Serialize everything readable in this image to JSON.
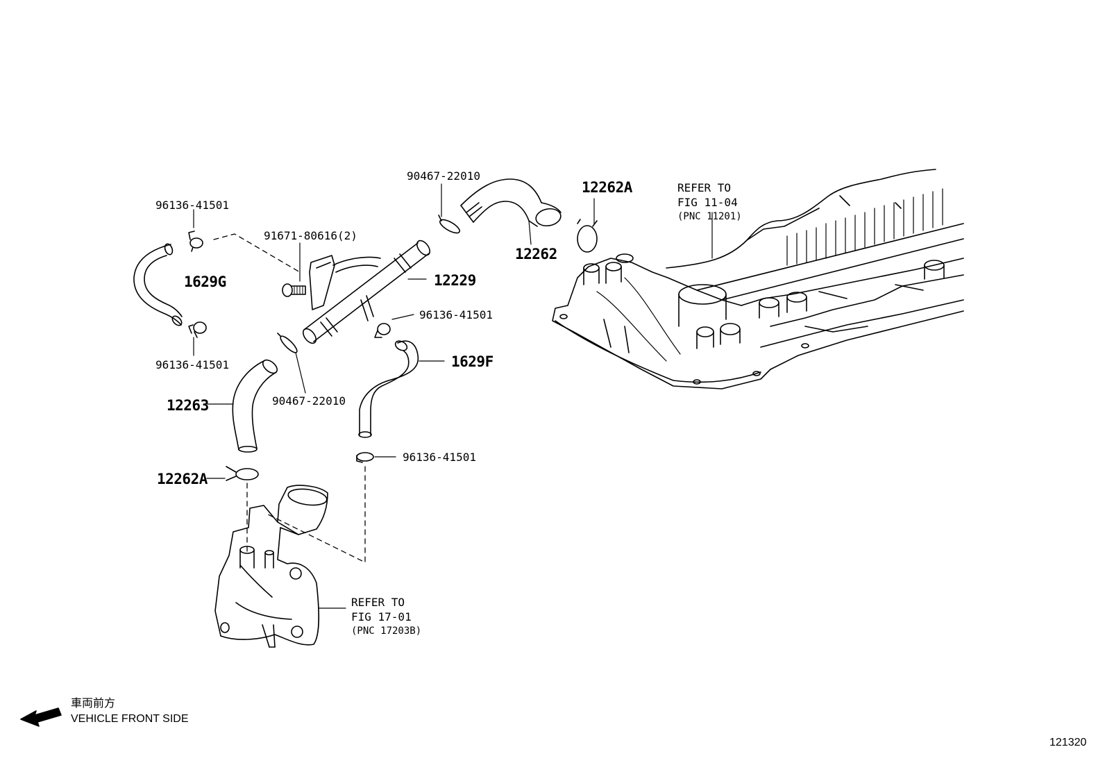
{
  "callouts": {
    "c_96136_top": "96136-41501",
    "c_91671": "91671-80616(2)",
    "c_1629g": "1629G",
    "c_96136_left_lower": "96136-41501",
    "c_12263": "12263",
    "c_12262a_left": "12262A",
    "c_90467_lower": "90467-22010",
    "c_90467_top": "90467-22010",
    "c_12262": "12262",
    "c_12229": "12229",
    "c_96136_mid": "96136-41501",
    "c_1629f": "1629F",
    "c_96136_bottom": "96136-41501",
    "c_12262a_top": "12262A"
  },
  "refs": {
    "fig11": {
      "line1": "REFER TO",
      "line2": "FIG 11-04",
      "line3": "(PNC 11201)"
    },
    "fig17": {
      "line1": "REFER TO",
      "line2": "FIG 17-01",
      "line3": "(PNC 17203B)"
    }
  },
  "legend": {
    "jp": "車両前方",
    "en": "VEHICLE FRONT SIDE"
  },
  "figure_number": "121320"
}
